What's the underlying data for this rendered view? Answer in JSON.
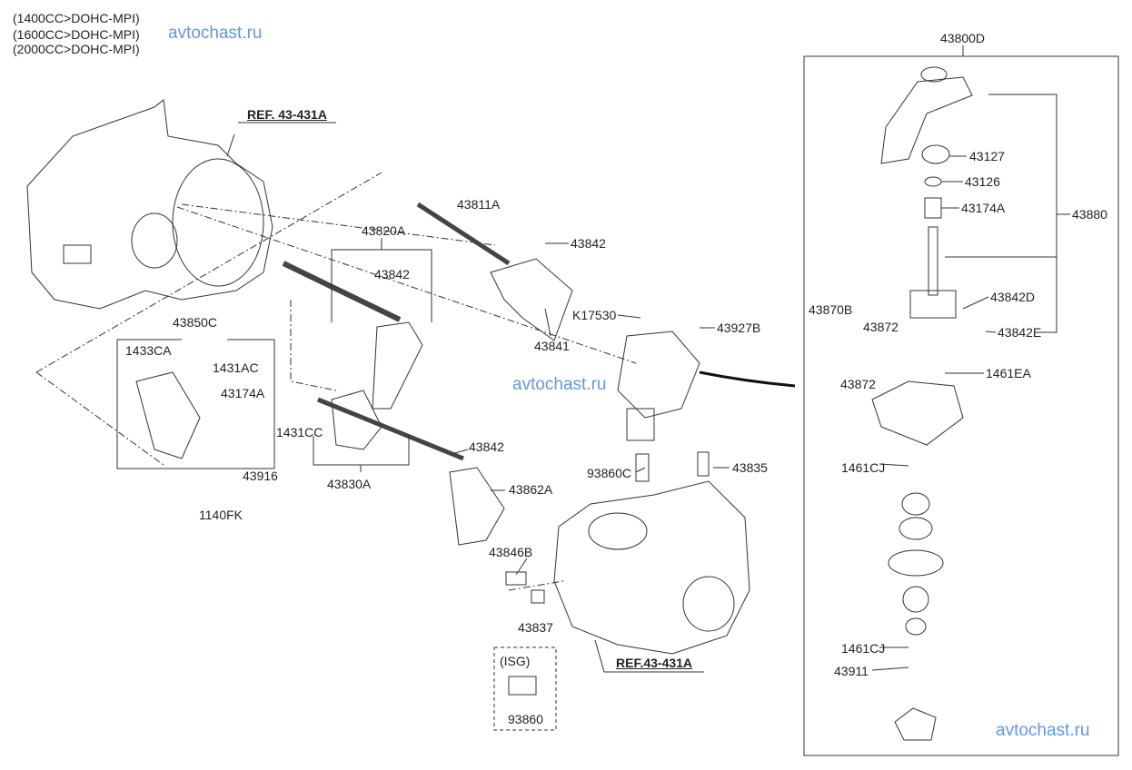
{
  "header": {
    "engine_variants": [
      "(1400CC>DOHC-MPI)",
      "(1600CC>DOHC-MPI)",
      "(2000CC>DOHC-MPI)"
    ]
  },
  "watermarks": [
    "avtochast.ru",
    "avtochast.ru",
    "avtochast.ru"
  ],
  "references": {
    "top": "REF. 43-431A",
    "bottom": "REF.43-431A"
  },
  "assembly_box": {
    "title": "43800D",
    "labels": {
      "a43127": "43127",
      "a43126": "43126",
      "a43174A": "43174A",
      "a43880": "43880",
      "a43842D": "43842D",
      "a43842E": "43842E",
      "a43870B": "43870B",
      "a43872_top": "43872",
      "a43872_bottom": "43872",
      "a1461EA": "1461EA",
      "a1461CJ_top": "1461CJ",
      "a1461CJ_bottom": "1461CJ",
      "a43911": "43911"
    }
  },
  "parts": {
    "p43811A": "43811A",
    "p43842_a": "43842",
    "p43820A": "43820A",
    "p43842_b": "43842",
    "pK17530": "K17530",
    "p43927B": "43927B",
    "p43841": "43841",
    "p43850C": "43850C",
    "p1433CA": "1433CA",
    "p1431AC": "1431AC",
    "p43174A": "43174A",
    "p1431CC": "1431CC",
    "p43842_c": "43842",
    "p43830A": "43830A",
    "p43916": "43916",
    "p1140FK": "1140FK",
    "p43862A": "43862A",
    "p93860C": "93860C",
    "p43835": "43835",
    "p43846B": "43846B",
    "p43837": "43837"
  },
  "isg": {
    "title": "(ISG)",
    "part": "93860"
  }
}
